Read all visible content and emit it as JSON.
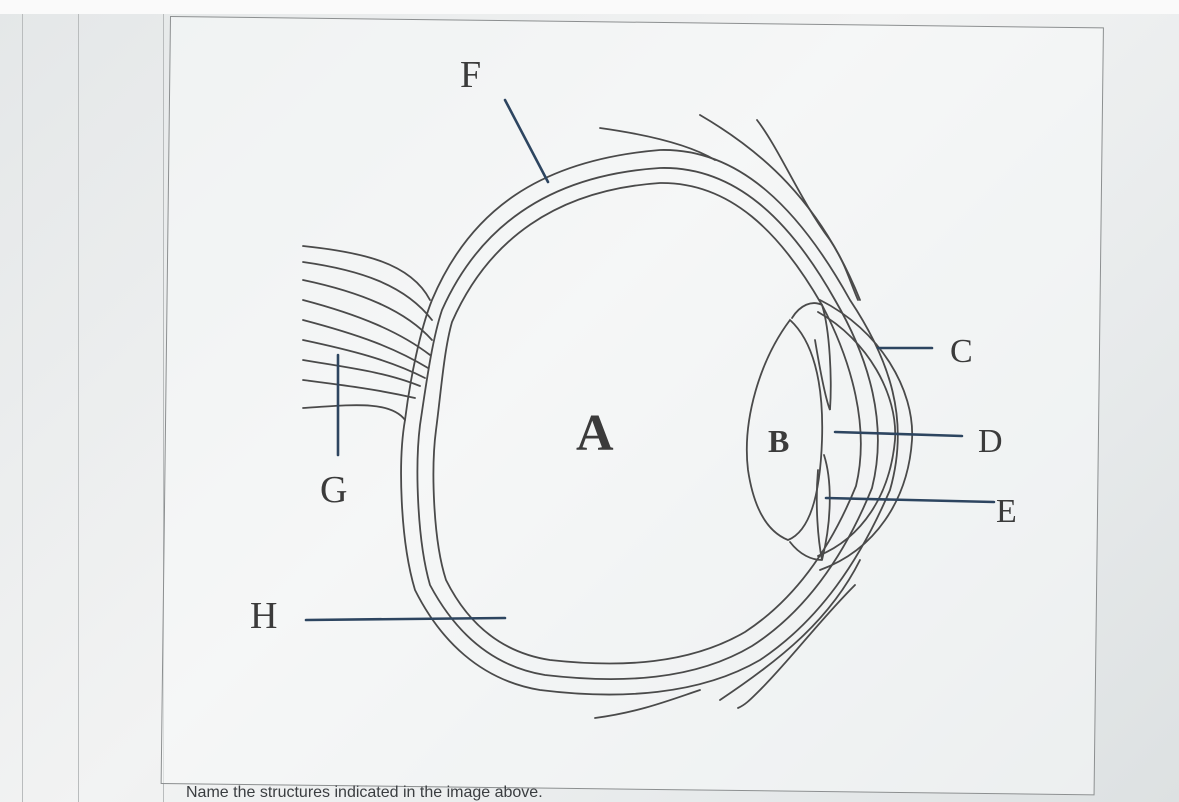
{
  "diagram": {
    "labels": {
      "A": "A",
      "B": "B",
      "C": "C",
      "D": "D",
      "E": "E",
      "F": "F",
      "G": "G",
      "H": "H"
    },
    "caption": "Name the structures indicated in the image above."
  }
}
